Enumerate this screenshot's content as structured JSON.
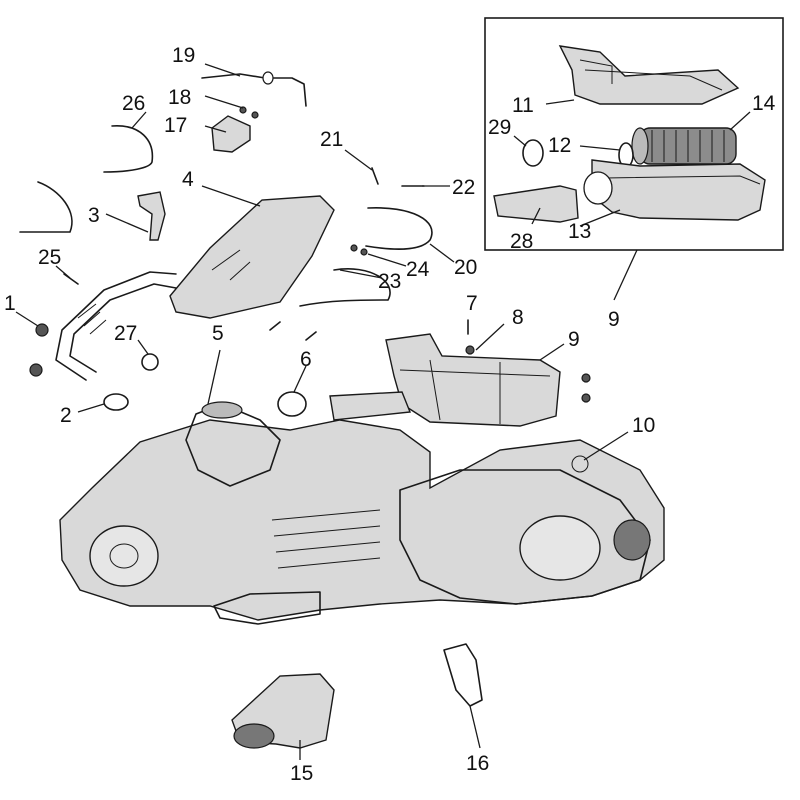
{
  "diagram": {
    "callouts": {
      "c1": "1",
      "c2": "2",
      "c3": "3",
      "c4": "4",
      "c5": "5",
      "c6": "6",
      "c7": "7",
      "c8": "8",
      "c9_main": "9",
      "c9_inset": "9",
      "c10": "10",
      "c11": "11",
      "c12": "12",
      "c13": "13",
      "c14": "14",
      "c15": "15",
      "c16": "16",
      "c17": "17",
      "c18": "18",
      "c19": "19",
      "c20": "20",
      "c21": "21",
      "c22": "22",
      "c23": "23",
      "c24": "24",
      "c25": "25",
      "c26": "26",
      "c27": "27",
      "c28": "28",
      "c29": "29"
    }
  }
}
